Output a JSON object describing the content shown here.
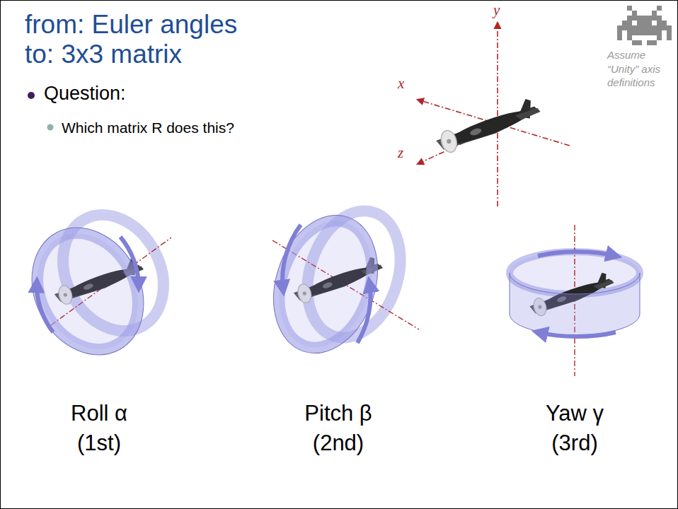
{
  "diagram": {
    "title": "from: Euler angles to: 3x3 matrix",
    "labels": [
      "Question:",
      "Which matrix R does this?",
      "y",
      "x",
      "z",
      "Assume “Unity” axis definitions",
      "Roll α",
      "(1st)",
      "Pitch β",
      "(2nd)",
      "Yaw γ",
      "(3rd)"
    ]
  }
}
